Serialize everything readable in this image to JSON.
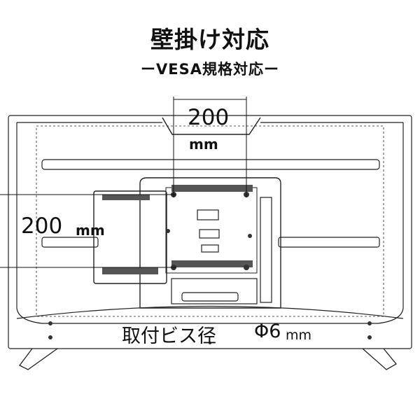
{
  "header": {
    "title": "壁掛け対応",
    "subtitle": "ーVESA規格対応ー"
  },
  "dimensions": {
    "horizontal": {
      "value": "200",
      "unit": "mm"
    },
    "vertical": {
      "value": "200",
      "unit": "mm"
    }
  },
  "screw": {
    "label": "取付ビス径",
    "value": "Φ6",
    "unit": "mm"
  }
}
